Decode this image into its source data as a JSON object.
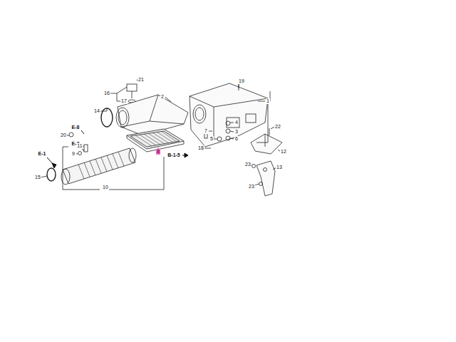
{
  "diagram": {
    "labels": [
      "21",
      "16",
      "2",
      "17",
      "14",
      "E-8",
      "20",
      "E-3",
      "11",
      "9",
      "E-1",
      "15",
      "10",
      "8",
      "19",
      "1",
      "7",
      "4",
      "3",
      "5",
      "6",
      "22",
      "18",
      "B-1-5",
      "12",
      "23",
      "13",
      "23"
    ]
  }
}
